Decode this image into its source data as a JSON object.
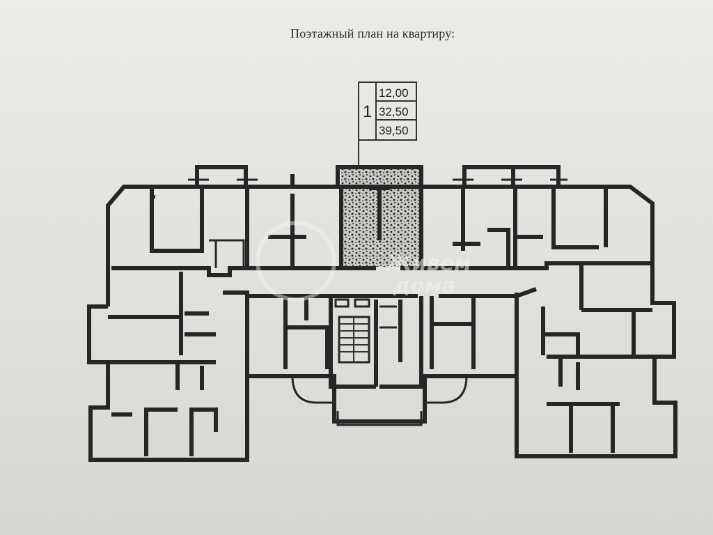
{
  "document": {
    "title": "Поэтажный план на квартиру:"
  },
  "unit_label": {
    "number": "1",
    "values": [
      "12,00",
      "32,50",
      "39,50"
    ]
  },
  "watermark": {
    "line1": "Живем",
    "line2": "дома"
  },
  "colors": {
    "paper": "#e4e4e1",
    "walls": "#262626",
    "highlight": "#9a9a98"
  }
}
